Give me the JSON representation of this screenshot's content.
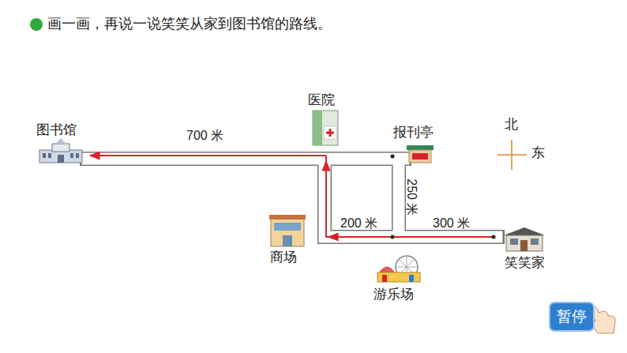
{
  "diagram": {
    "title": "画一画，再说一说笑笑从家到图书馆的路线。",
    "nodes": [
      {
        "text": [
          "暂停"
        ]
      }
    ],
    "labels": [
      "图书馆",
      "700 米",
      "医院",
      "报刊亭",
      "北",
      "东",
      "200 米",
      "250 米",
      "300 米",
      "商场",
      "笑笑家",
      "游乐场"
    ]
  }
}
